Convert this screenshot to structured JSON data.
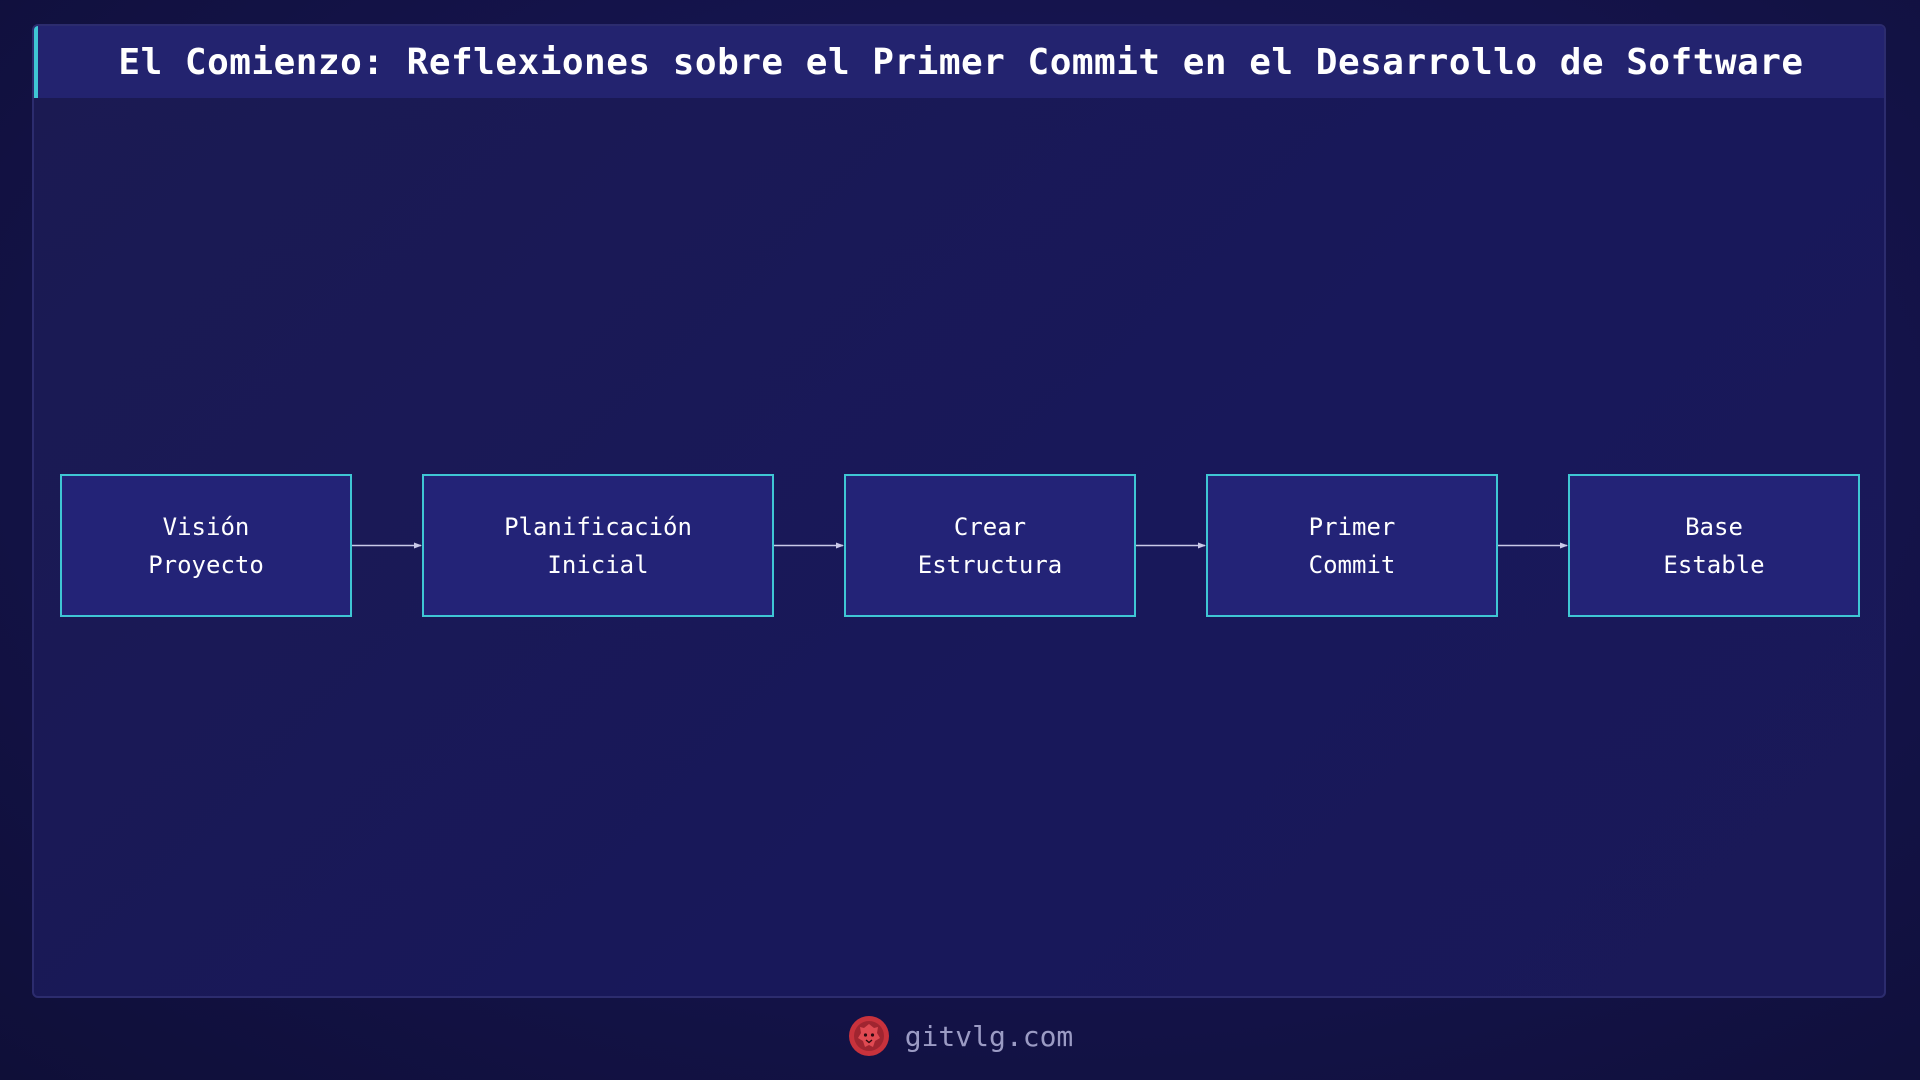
{
  "title": "El Comienzo: Reflexiones sobre el Primer Commit en el Desarrollo de Software",
  "colors": {
    "node_border": "#3fc6d4",
    "node_fill": "#232377",
    "title_bar": "#23236f",
    "arrow": "#c9c9e8",
    "logo": "#c8323c"
  },
  "flow": {
    "nodes": [
      {
        "id": "vision",
        "label": "Visión\nProyecto"
      },
      {
        "id": "planificacion",
        "label": "Planificación\nInicial"
      },
      {
        "id": "estructura",
        "label": "Crear\nEstructura"
      },
      {
        "id": "commit",
        "label": "Primer\nCommit"
      },
      {
        "id": "base",
        "label": "Base\nEstable"
      }
    ],
    "edges": [
      {
        "from": "vision",
        "to": "planificacion"
      },
      {
        "from": "planificacion",
        "to": "estructura"
      },
      {
        "from": "estructura",
        "to": "commit"
      },
      {
        "from": "commit",
        "to": "base"
      }
    ]
  },
  "footer": {
    "site": "gitvlg.com",
    "logo_icon": "lion-head-icon"
  }
}
